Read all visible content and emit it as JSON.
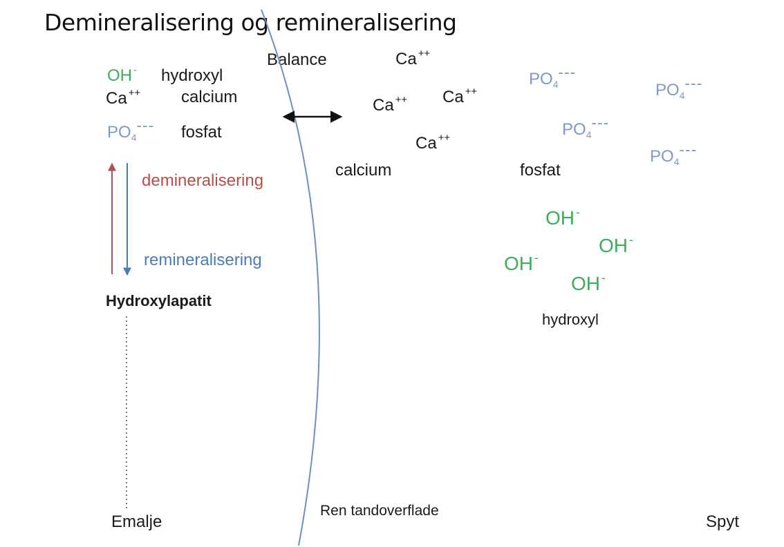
{
  "title": "Demineralisering og remineralisering",
  "legend": {
    "oh": {
      "base": "OH",
      "charge": "-",
      "label": "hydroxyl"
    },
    "ca": {
      "base": "Ca",
      "charge": "++",
      "label": "calcium"
    },
    "po4": {
      "base": "PO",
      "sub": "4",
      "charge": "---",
      "label": "fosfat"
    }
  },
  "balance_label": "Balance",
  "process": {
    "up_label": "demineralisering",
    "down_label": "remineralisering",
    "compound": "Hydroxylapatit"
  },
  "saliva": {
    "ca_base": "Ca",
    "ca_charge": "++",
    "po_base": "PO",
    "po_sub": "4",
    "po_charge": "---",
    "oh_base": "OH",
    "oh_charge": "-",
    "calcium_label": "calcium",
    "fosfat_label": "fosfat",
    "hydroxyl_label": "hydroxyl"
  },
  "regions": {
    "enamel": "Emalje",
    "surface": "Ren tandoverflade",
    "saliva": "Spyt"
  },
  "colors": {
    "hydroxyl": "#3cae5a",
    "phosphate": "#7e99c8",
    "demineralisation": "#b4504a",
    "remineralisation": "#4a7db8",
    "surface_line": "#6a8fc4"
  }
}
